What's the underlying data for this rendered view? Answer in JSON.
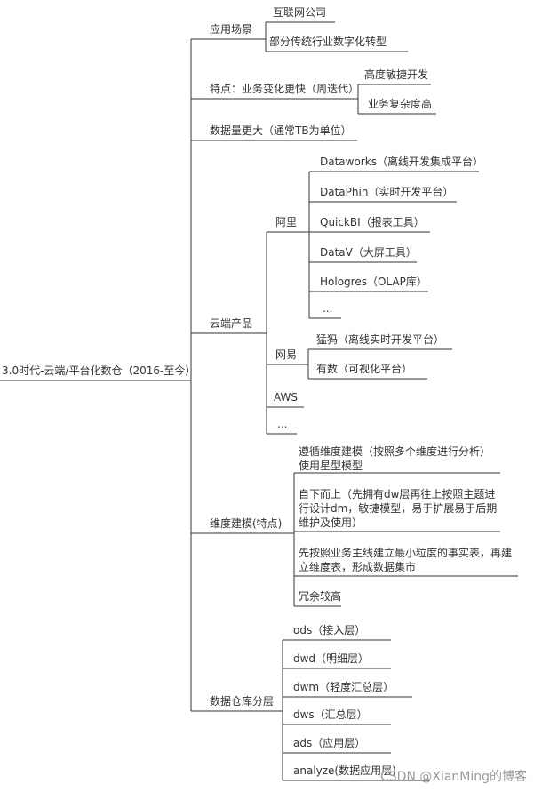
{
  "root_label": "3.0时代-云端/平台化数仓（2016-至今）",
  "branches": {
    "scenarios": {
      "label": "应用场景",
      "children": [
        "互联网公司",
        "部分传统行业数字化转型"
      ]
    },
    "traits": {
      "label": "特点：业务变化更快（周迭代）",
      "children": [
        "高度敏捷开发",
        "业务复杂度高"
      ]
    },
    "data_volume": {
      "label": "数据量更大（通常TB为单位）"
    },
    "cloud_products": {
      "label": "云端产品",
      "vendors": [
        {
          "label": "阿里",
          "products": [
            "Dataworks（离线开发集成平台）",
            "DataPhin（实时开发平台）",
            "QuickBI（报表工具）",
            "DataV（大屏工具）",
            "Hologres（OLAP库）",
            "..."
          ]
        },
        {
          "label": "网易",
          "products": [
            "猛犸（离线实时开发平台）",
            "有数（可视化平台）"
          ]
        },
        {
          "label": "AWS",
          "products": []
        },
        {
          "label": "...",
          "products": []
        }
      ]
    },
    "dimensional_modeling": {
      "label": "维度建模(特点)",
      "children": [
        "遵循维度建模（按照多个维度进行分析）使用星型模型",
        "自下而上（先拥有dw层再往上按照主题进行设计dm，敏捷模型，易于扩展易于后期维护及使用）",
        "先按照业务主线建立最小粒度的事实表，再建立维度表，形成数据集市",
        "冗余较高"
      ]
    },
    "warehouse_layers": {
      "label": "数据仓库分层",
      "children": [
        "ods（接入层）",
        "dwd（明细层）",
        "dwm（轻度汇总层）",
        "dws（汇总层）",
        "ads（应用层）",
        "analyze(数据应用层)"
      ]
    }
  },
  "watermark": "CSDN @XianMing的博客",
  "colors": {
    "line": "#333333",
    "text": "#333333",
    "watermark": "#9b9b9b"
  }
}
